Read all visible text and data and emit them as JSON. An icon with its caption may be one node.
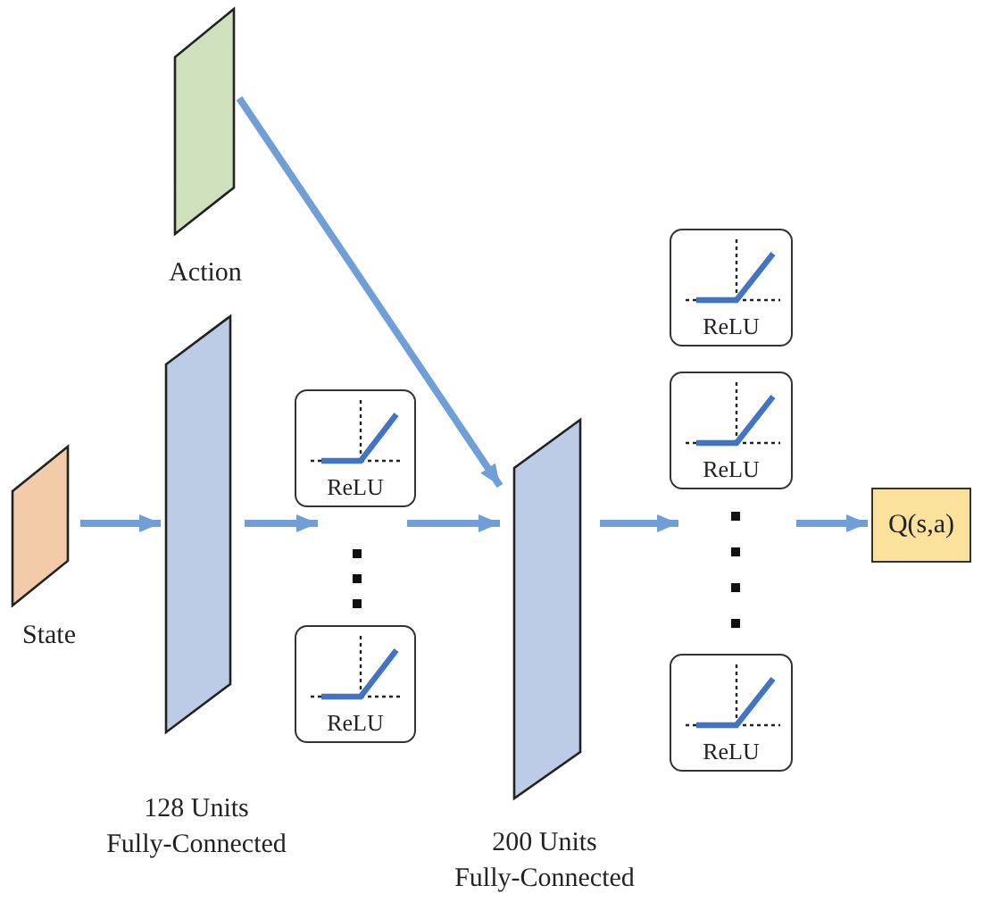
{
  "diagram": {
    "nodes": [
      {
        "text": [
          "Action"
        ]
      },
      {
        "text": [
          "State"
        ]
      },
      {
        "text": [
          "128 Units Fully-Connected"
        ]
      },
      {
        "text": [
          "ReLU"
        ]
      },
      {
        "text": [
          "ReLU"
        ]
      },
      {
        "text": [
          "200 Units Fully-Connected"
        ]
      },
      {
        "text": [
          "ReLU"
        ]
      },
      {
        "text": [
          "ReLU"
        ]
      },
      {
        "text": [
          "ReLU"
        ]
      },
      {
        "text": [
          "Q(s,a)"
        ]
      }
    ],
    "edges": [
      {
        "from": 0,
        "to": 5,
        "arrow": "to"
      },
      {
        "from": 1,
        "to": 2,
        "arrow": "to"
      },
      {
        "from": 2,
        "to": 3,
        "arrow": "to"
      },
      {
        "from": 3,
        "to": 5,
        "arrow": "to"
      },
      {
        "from": 5,
        "to": 7,
        "arrow": "to"
      },
      {
        "from": null,
        "to": 9,
        "arrow": "to"
      }
    ]
  }
}
